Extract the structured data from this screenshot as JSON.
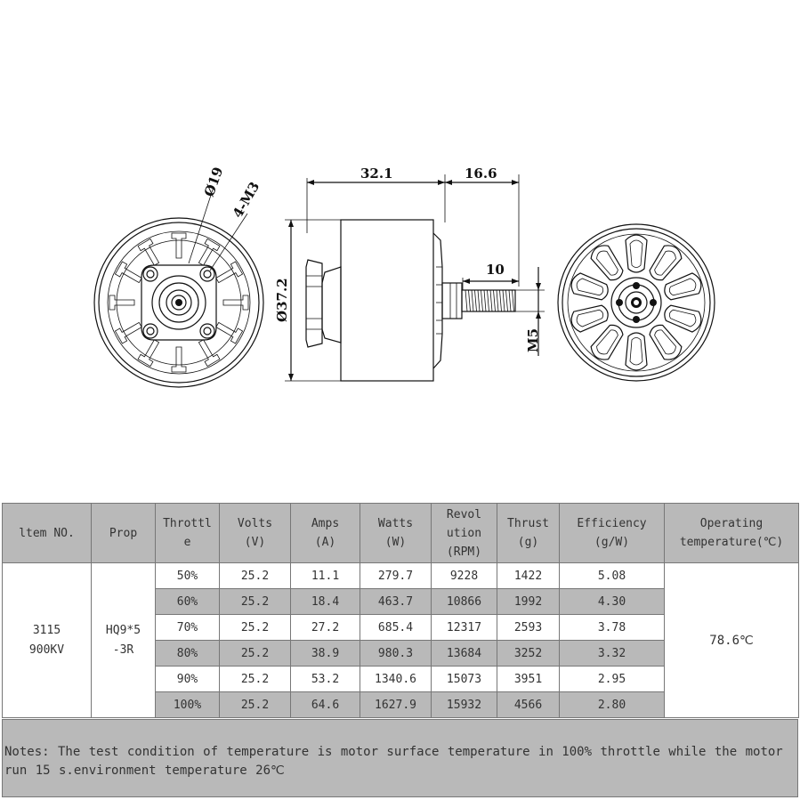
{
  "drawing": {
    "dims": {
      "width_total": "32.1",
      "shaft_total": "16.6",
      "shaft_thread": "10",
      "diameter": "Ø37.2",
      "bolt_circle": "Ø19",
      "mount_holes": "4-M3",
      "shaft_size": "M5"
    }
  },
  "table": {
    "headers": [
      [
        "ltem NO."
      ],
      [
        "Prop"
      ],
      [
        "Throttl",
        "e"
      ],
      [
        "Volts",
        "(V)"
      ],
      [
        "Amps",
        "(A)"
      ],
      [
        "Watts",
        "(W)"
      ],
      [
        "Revol",
        "ution",
        "(RPM)"
      ],
      [
        "Thrust",
        "(g)"
      ],
      [
        "Efficiency",
        "(g/W)"
      ],
      [
        "Operating",
        "temperature(℃)"
      ]
    ],
    "item_no": [
      "3115",
      "900KV"
    ],
    "prop": [
      "HQ9*5",
      "-3R"
    ],
    "rows": [
      {
        "throttle": "50%",
        "volts": "25.2",
        "amps": "11.1",
        "watts": "279.7",
        "rpm": "9228",
        "thrust": "1422",
        "efficiency": "5.08"
      },
      {
        "throttle": "60%",
        "volts": "25.2",
        "amps": "18.4",
        "watts": "463.7",
        "rpm": "10866",
        "thrust": "1992",
        "efficiency": "4.30"
      },
      {
        "throttle": "70%",
        "volts": "25.2",
        "amps": "27.2",
        "watts": "685.4",
        "rpm": "12317",
        "thrust": "2593",
        "efficiency": "3.78"
      },
      {
        "throttle": "80%",
        "volts": "25.2",
        "amps": "38.9",
        "watts": "980.3",
        "rpm": "13684",
        "thrust": "3252",
        "efficiency": "3.32"
      },
      {
        "throttle": "90%",
        "volts": "25.2",
        "amps": "53.2",
        "watts": "1340.6",
        "rpm": "15073",
        "thrust": "3951",
        "efficiency": "2.95"
      },
      {
        "throttle": "100%",
        "volts": "25.2",
        "amps": "64.6",
        "watts": "1627.9",
        "rpm": "15932",
        "thrust": "4566",
        "efficiency": "2.80"
      }
    ],
    "operating_temperature": "78.6℃"
  },
  "notes": "Notes: The test condition of temperature is motor surface temperature in 100% throttle while the motor run 15 s.environment temperature 26℃"
}
